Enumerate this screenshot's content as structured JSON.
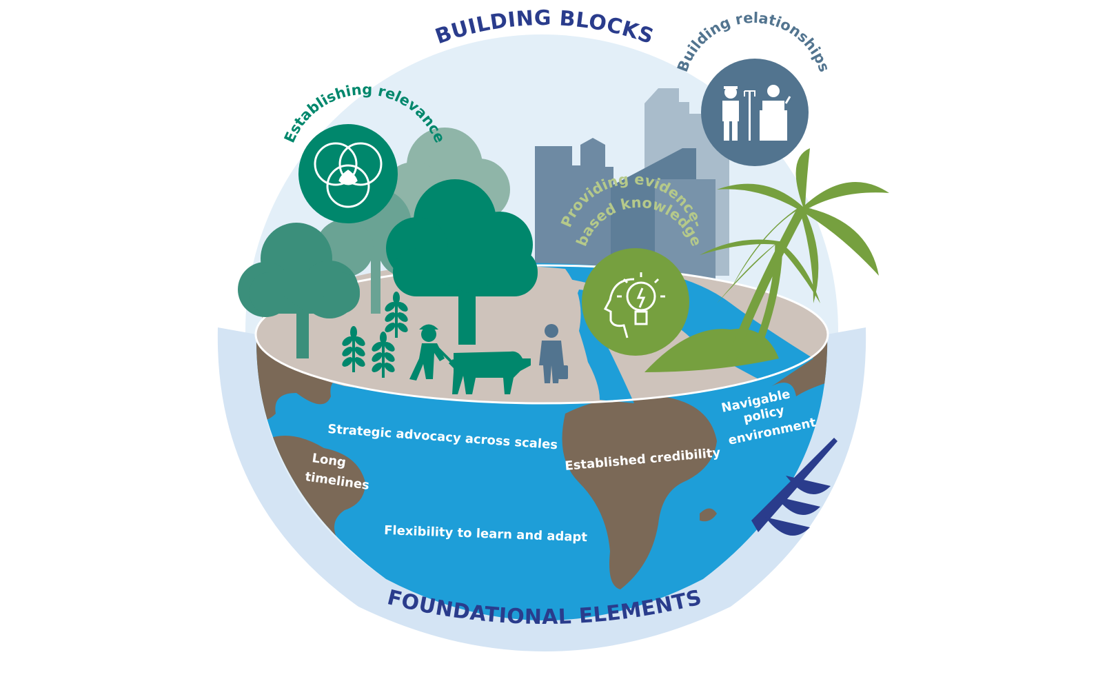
{
  "title_top": "BUILDING BLOCKS",
  "title_bottom": "FOUNDATIONAL ELEMENTS",
  "blocks": {
    "relevance": "Establishing relevance",
    "relationships": "Building relationships",
    "knowledge_line1": "Providing evidence-",
    "knowledge_line2": "based knowledge"
  },
  "foundations": {
    "strategic": "Strategic advocacy across scales",
    "credibility": "Established credibility",
    "navigable_1": "Navigable",
    "navigable_2": "policy",
    "navigable_3": "environment",
    "long_1": "Long",
    "long_2": "timelines",
    "flexibility": "Flexibility to learn and adapt"
  },
  "icons": {
    "relevance": "venn-diagram-icon",
    "relationships": "farmer-and-speaker-icon",
    "knowledge": "head-lightbulb-icon",
    "boat": "sailboat-icon"
  },
  "colors": {
    "sky": "#e3eff8",
    "ring": "#d4e4f4",
    "ocean": "#1e9ed8",
    "land": "#7b6957",
    "surface": "#cec3bb",
    "teal": "#00876c",
    "slate": "#52748f",
    "olive": "#76a03f",
    "navy": "#2a3c8c"
  }
}
